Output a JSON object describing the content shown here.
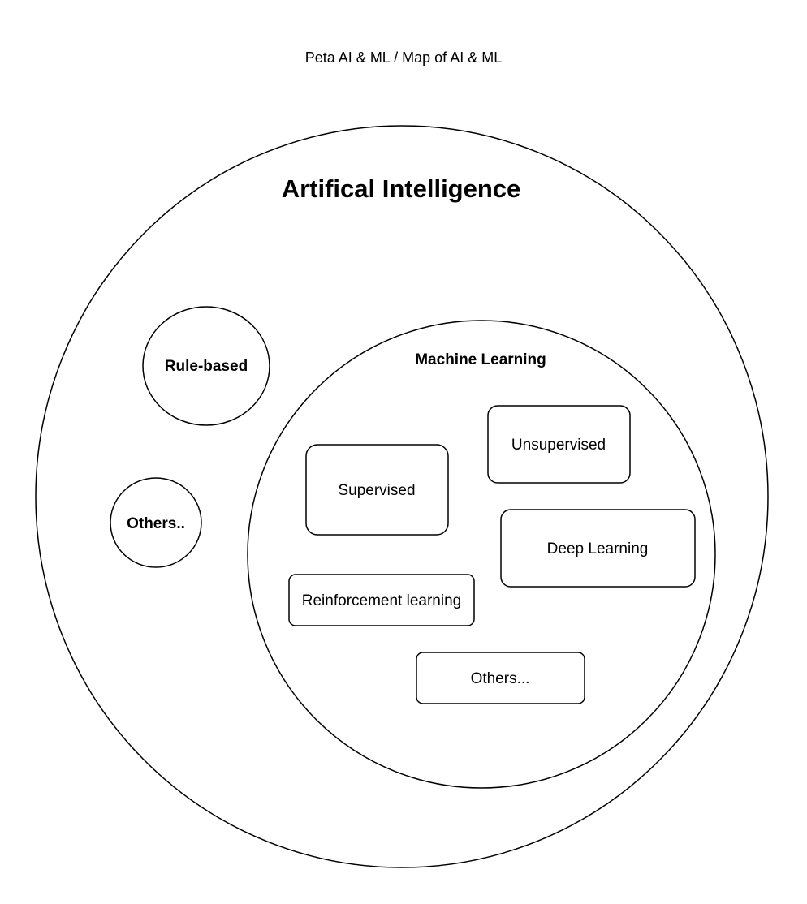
{
  "header": {
    "title": "Peta AI & ML / Map of AI & ML"
  },
  "colors": {
    "stroke": "#000000",
    "fill": "#ffffff"
  },
  "diagram": {
    "ai": {
      "label": "Artifical Intelligence"
    },
    "rule_based": {
      "label": "Rule-based"
    },
    "ai_others": {
      "label": "Others.."
    },
    "ml": {
      "label": "Machine Learning",
      "items": [
        {
          "label": "Supervised"
        },
        {
          "label": "Unsupervised"
        },
        {
          "label": "Deep Learning"
        },
        {
          "label": "Reinforcement learning"
        },
        {
          "label": "Others..."
        }
      ]
    }
  }
}
